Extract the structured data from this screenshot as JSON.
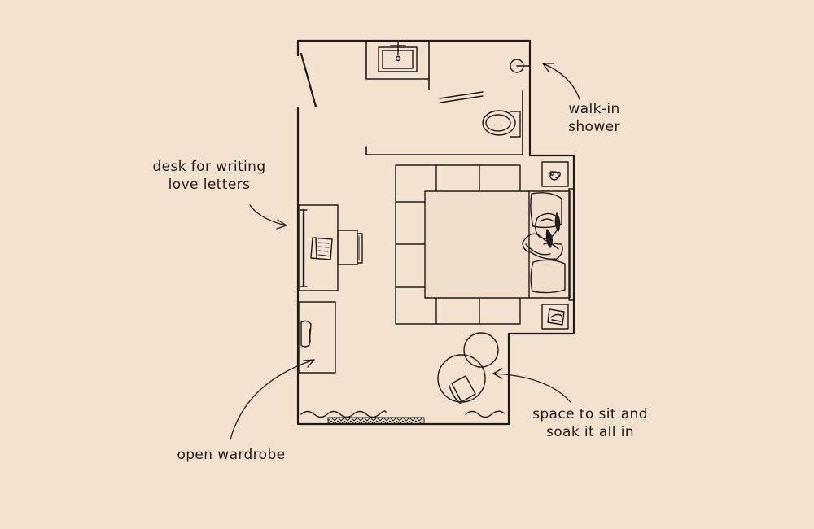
{
  "colors": {
    "background": "#F4E2D1",
    "ink": "#1f1a17",
    "bed_fill": "#F1DDCB"
  },
  "annotations": {
    "shower": {
      "line1": "walk-in",
      "line2": "shower"
    },
    "desk": {
      "line1": "desk for writing",
      "line2": "love letters"
    },
    "wardrobe": {
      "line1": "open wardrobe"
    },
    "seating": {
      "line1": "space to sit and",
      "line2": "soak it all in"
    }
  }
}
